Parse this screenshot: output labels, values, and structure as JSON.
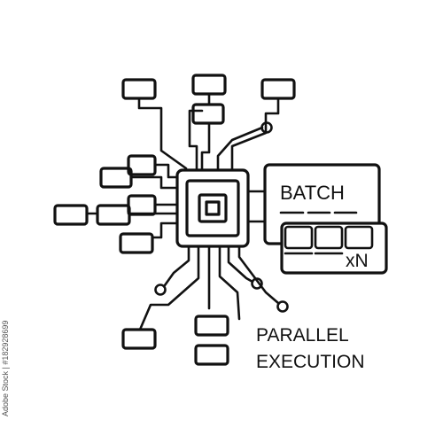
{
  "labels": {
    "batch": "BATCH",
    "multiplier": "xN"
  },
  "caption": {
    "line1": "PARALLEL",
    "line2": "EXECUTION"
  },
  "watermark": {
    "stock_id": "Adobe Stock | #182928699"
  },
  "colors": {
    "ink": "#111111",
    "background": "#ffffff"
  }
}
